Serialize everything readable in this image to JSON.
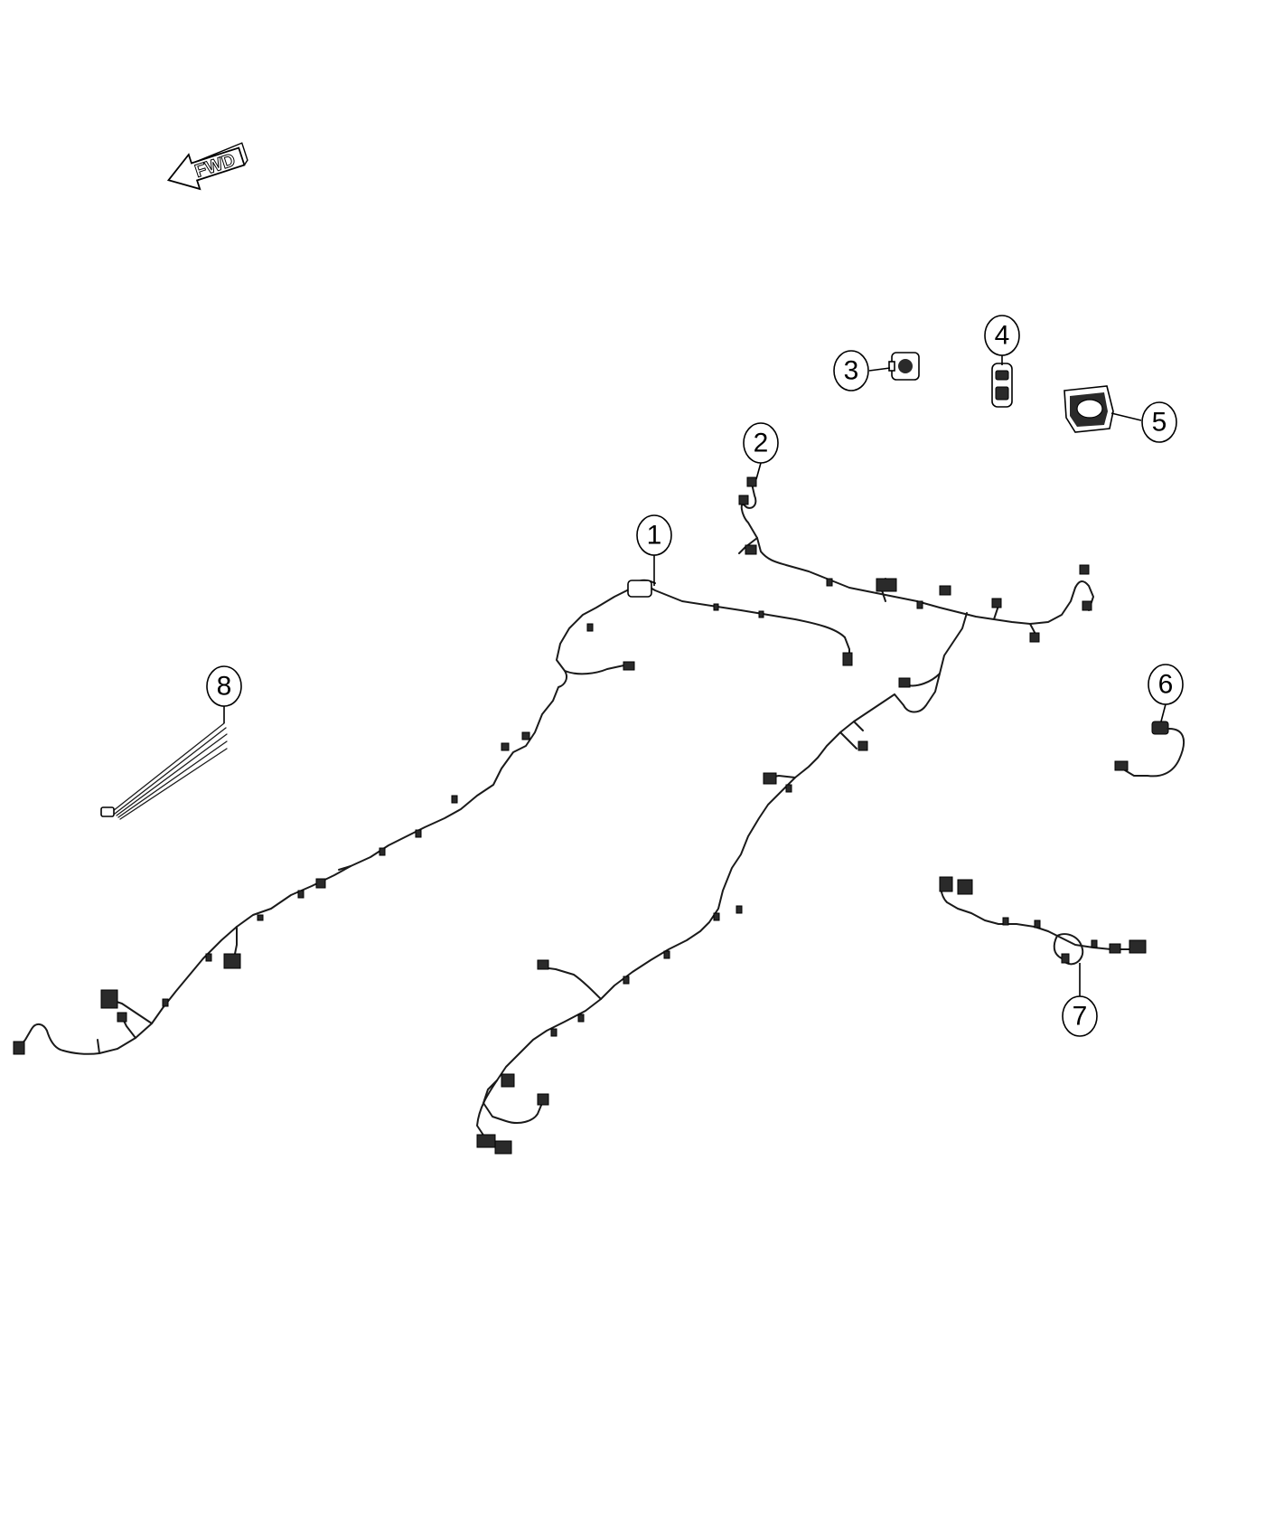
{
  "direction_indicator": {
    "label": "FWD"
  },
  "callouts": [
    {
      "id": "callout-1",
      "number": "1"
    },
    {
      "id": "callout-2",
      "number": "2"
    },
    {
      "id": "callout-3",
      "number": "3"
    },
    {
      "id": "callout-4",
      "number": "4"
    },
    {
      "id": "callout-5",
      "number": "5"
    },
    {
      "id": "callout-6",
      "number": "6"
    },
    {
      "id": "callout-7",
      "number": "7"
    },
    {
      "id": "callout-8",
      "number": "8"
    }
  ]
}
